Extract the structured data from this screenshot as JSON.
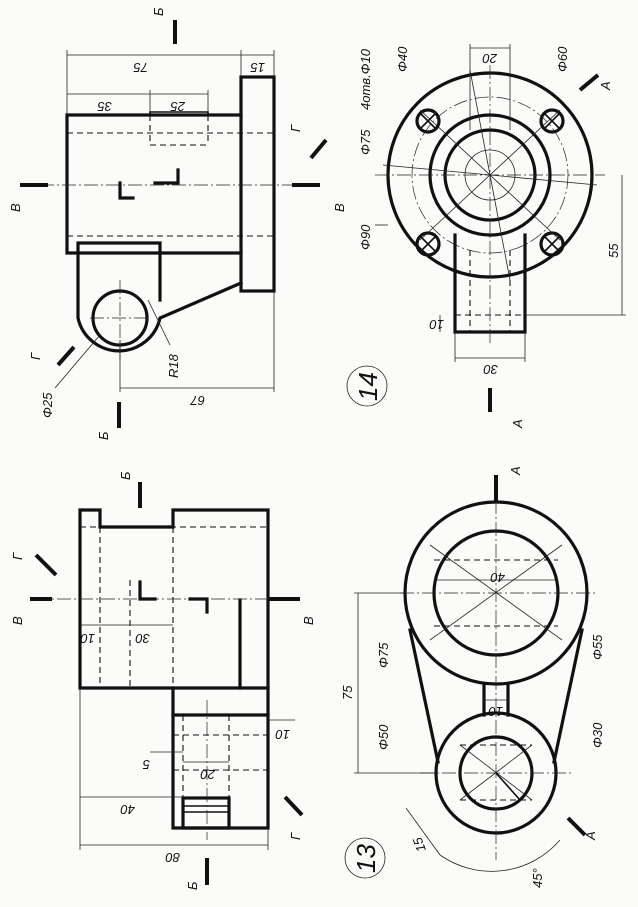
{
  "drawing_14": {
    "number": "14",
    "dims": {
      "d75": "75",
      "d15": "15",
      "d35": "35",
      "d25": "25",
      "d67": "67",
      "r18": "R18",
      "phi25": "Φ25",
      "phi40": "Φ40",
      "holes": "4отв.Φ10",
      "d20": "20",
      "phi60": "Φ60",
      "phi75": "Φ75",
      "phi90": "Φ90",
      "d55": "55",
      "d10": "10",
      "d30": "30"
    },
    "sections": {
      "b": "Б",
      "v": "В",
      "g": "Г",
      "a": "А"
    }
  },
  "drawing_13": {
    "number": "13",
    "dims": {
      "d10a": "10",
      "d30": "30",
      "d10b": "10",
      "d5": "5",
      "d20": "20",
      "d40": "40",
      "d80": "80",
      "phi75": "Φ75",
      "d75": "75",
      "phi50": "Φ50",
      "d40b": "40",
      "phi55": "Φ55",
      "d10c": "10",
      "phi30": "Φ30",
      "d15": "15",
      "a45": "45°"
    },
    "sections": {
      "b": "Б",
      "v": "В",
      "g": "Г",
      "a": "А"
    }
  }
}
